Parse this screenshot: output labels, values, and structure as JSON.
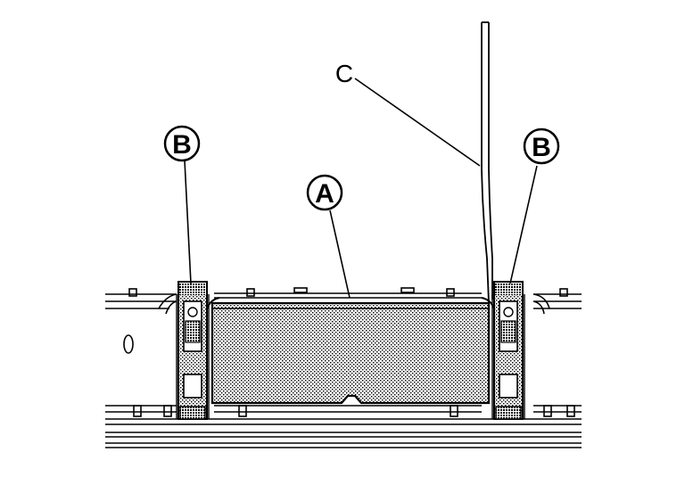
{
  "labels": {
    "a": "A",
    "b_left": "B",
    "b_right": "B",
    "c": "C"
  },
  "colors": {
    "line": "#000000",
    "background": "#ffffff"
  }
}
